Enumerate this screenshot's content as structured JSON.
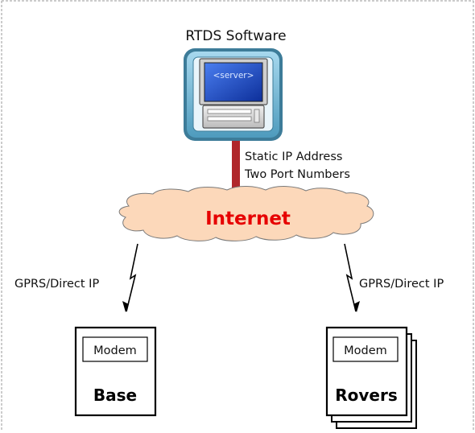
{
  "diagram": {
    "server_title": "RTDS Software",
    "server_screen_label": "<server>",
    "link_label_line1": "Static IP Address",
    "link_label_line2": "Two Port Numbers",
    "cloud_label": "Internet",
    "left_link_label": "GPRS/Direct IP",
    "right_link_label": "GPRS/Direct IP",
    "base": {
      "modem_label": "Modem",
      "name": "Base"
    },
    "rovers": {
      "modem_label": "Modem",
      "name": "Rovers"
    },
    "colors": {
      "cloud_fill": "#fcd8ba",
      "cloud_label": "#e60000",
      "connector": "#b0272b",
      "server_frame": "#6fb3cf",
      "server_screen": "#1f4fc9"
    }
  }
}
